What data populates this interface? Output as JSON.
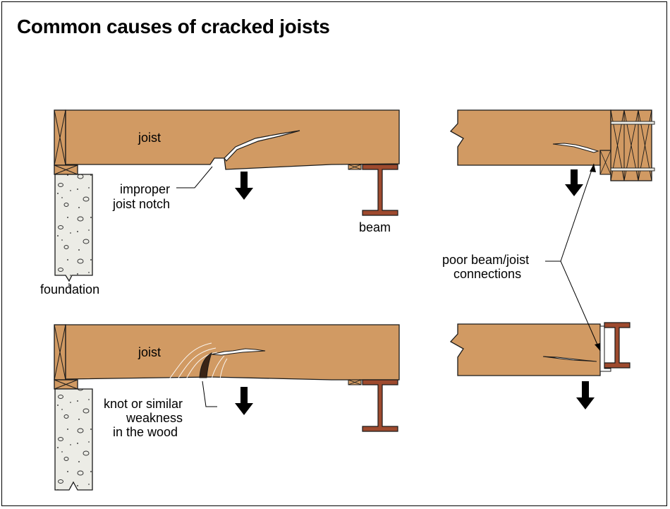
{
  "title": "Common causes of cracked joists",
  "labels": {
    "joist_top": "joist",
    "joist_bottom": "joist",
    "notch_line1": "improper",
    "notch_line2": "joist notch",
    "beam": "beam",
    "foundation": "foundation",
    "poor_line1": "poor beam/joist",
    "poor_line2": "connections",
    "knot_line1": "knot or similar",
    "knot_line2": "weakness",
    "knot_line3": "in the wood"
  },
  "colors": {
    "wood": "#D19A63",
    "steel": "#9E4A2E",
    "concrete": "#ECECE6",
    "outline": "#1A1A1A",
    "arrow": "#000000"
  }
}
